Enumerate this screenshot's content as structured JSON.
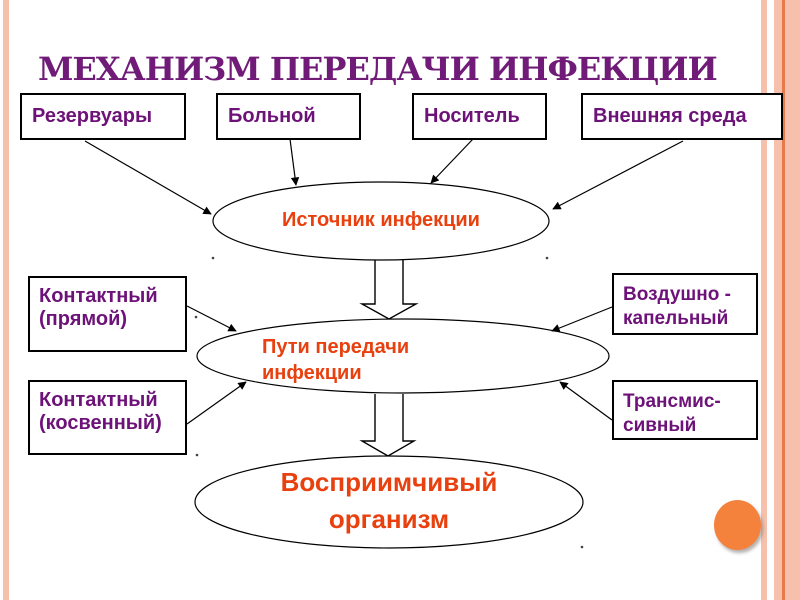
{
  "title": "МЕХАНИЗМ ПЕРЕДАЧИ ИНФЕКЦИИ",
  "top_boxes": [
    {
      "label": "Резервуары"
    },
    {
      "label": "Больной"
    },
    {
      "label": "Носитель"
    },
    {
      "label": "Внешняя среда"
    }
  ],
  "ellipses": {
    "source": {
      "label": "Источник инфекции"
    },
    "routes": {
      "label": "Пути передачи\nинфекции"
    },
    "organism": {
      "label": "Восприимчивый\nорганизм"
    }
  },
  "left_boxes": [
    {
      "label": "Контактный\n(прямой)"
    },
    {
      "label": "Контактный\n(косвенный)"
    }
  ],
  "right_boxes": [
    {
      "label": "Воздушно -\nкапельный"
    },
    {
      "label": "Трансмис-\nсивный"
    }
  ],
  "colors": {
    "title_purple": "#701b78",
    "text_purple": "#6d1278",
    "text_orange": "#e8400e",
    "border_pink": "#f5c1ad",
    "border_accent_orange": "#e8794a",
    "circle_orange": "#f5823c",
    "shape_outline": "#000000"
  }
}
